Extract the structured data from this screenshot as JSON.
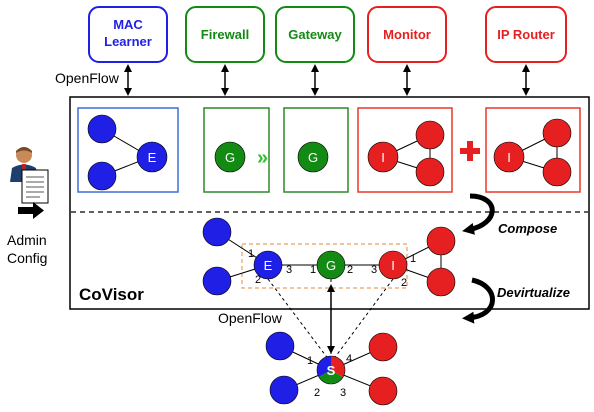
{
  "apps": [
    {
      "id": "mac",
      "label": [
        "MAC",
        "Learner"
      ],
      "color": "#1f1fe6"
    },
    {
      "id": "fw",
      "label": [
        "Firewall"
      ],
      "color": "#138a13"
    },
    {
      "id": "gw",
      "label": [
        "Gateway"
      ],
      "color": "#138a13"
    },
    {
      "id": "mon",
      "label": [
        "Monitor"
      ],
      "color": "#e62020"
    },
    {
      "id": "ipr",
      "label": [
        "IP Router"
      ],
      "color": "#e62020"
    }
  ],
  "labels": {
    "openflow_top": "OpenFlow",
    "openflow_bottom": "OpenFlow",
    "covisor": "CoVisor",
    "compose": "Compose",
    "devirtualize": "Devirtualize",
    "admin": "Admin",
    "config": "Config",
    "plus": "+",
    "chevron": "»"
  },
  "nodes": {
    "mac_switch": "E",
    "fw_switch": "G",
    "gw_switch": "G",
    "mon_switch": "I",
    "ipr_switch": "I",
    "composed": [
      "E",
      "G",
      "I"
    ],
    "physical": "S"
  },
  "ports": {
    "e": [
      "1",
      "2",
      "3"
    ],
    "g": [
      "1",
      "2"
    ],
    "i": [
      "3",
      "1",
      "2"
    ],
    "s": [
      "1",
      "4",
      "2",
      "3"
    ]
  },
  "colors": {
    "blue": "#1f1fe6",
    "green": "#138a13",
    "red": "#e62020",
    "box_blue": "#3f6fd8",
    "box_green": "#2a8a2a",
    "box_red": "#e8392a",
    "dashed_orange": "#e8a060"
  }
}
